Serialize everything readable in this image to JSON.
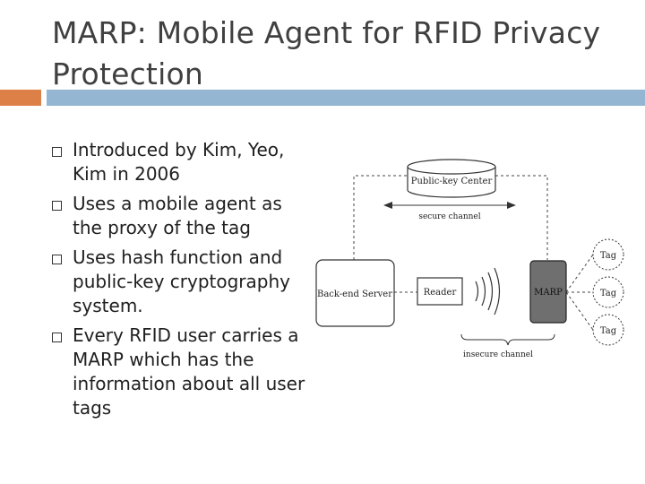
{
  "slide": {
    "title": "MARP: Mobile Agent for RFID Privacy Protection",
    "bullets": [
      "Introduced by Kim, Yeo, Kim in 2006",
      "Uses a mobile agent as the proxy of the tag",
      "Uses hash function and public-key cryptography system.",
      "Every RFID user carries a MARP which has the information about all user tags"
    ]
  },
  "diagram": {
    "public_key_center": "Public-key Center",
    "secure_channel": "secure channel",
    "back_end_server": "Back-end Server",
    "reader": "Reader",
    "marp": "MARP",
    "tags": [
      "Tag",
      "Tag",
      "Tag"
    ],
    "insecure_channel": "insecure channel"
  },
  "colors": {
    "title_text": "#404040",
    "accent_bar": "#dd8047",
    "title_bar": "#94b6d2",
    "marp_fill": "#6f6f6f"
  }
}
